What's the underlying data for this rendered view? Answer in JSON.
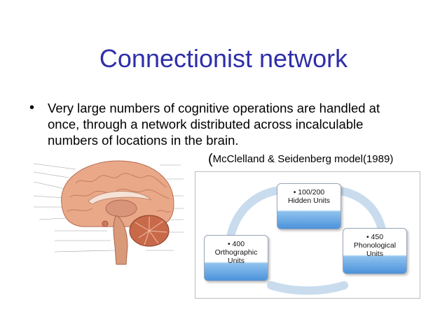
{
  "title": "Connectionist network",
  "bullet": {
    "marker": "•",
    "text": "Very large numbers of cognitive operations are handled at once, through a network distributed across incalculable numbers of locations in the brain."
  },
  "citation": {
    "open_paren": "(",
    "text": "McClelland & Seidenberg model(1989)"
  },
  "diagram": {
    "nodes": {
      "hidden": {
        "line1": "• 100/200",
        "line2": "Hidden Units"
      },
      "orthographic": {
        "line1": "• 400",
        "line2": "Orthographic",
        "line3": "Units"
      },
      "phonological": {
        "line1": "• 450",
        "line2": "Phonological",
        "line3": "Units"
      }
    },
    "colors": {
      "node_fill": "#4b92db",
      "arrow": "#c9dcee"
    }
  },
  "brain_image": {
    "colors": {
      "tissue": "#e9a989",
      "cerebellum": "#c86a4a",
      "stem": "#d99a7a"
    }
  }
}
